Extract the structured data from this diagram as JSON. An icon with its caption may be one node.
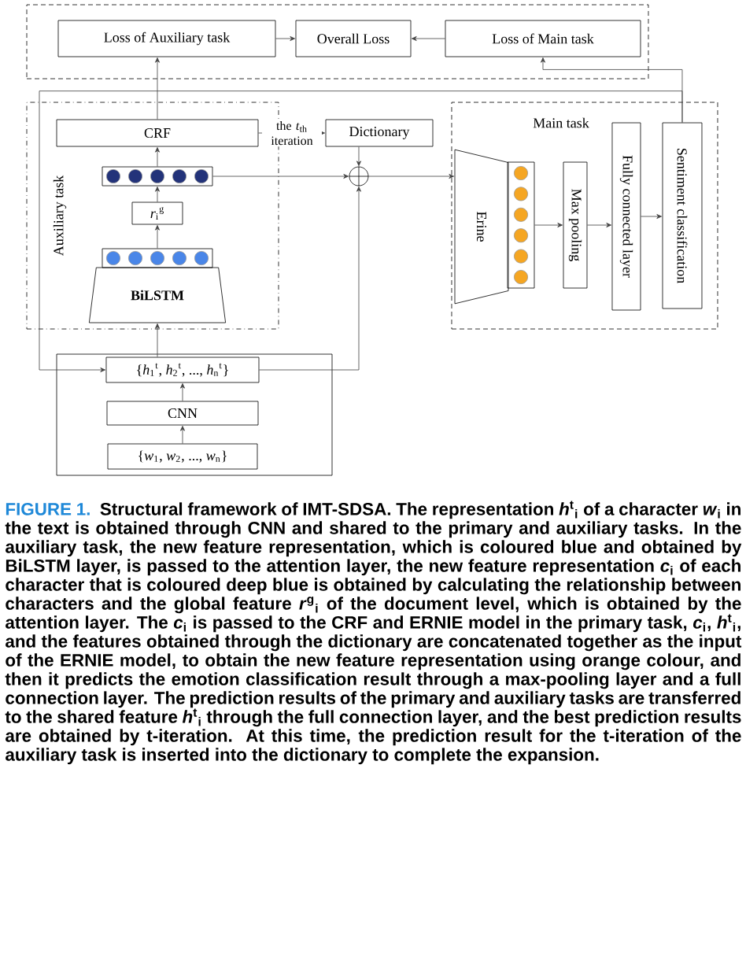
{
  "diagram": {
    "caption": "Structural framework of IMT-SDSA. The representation *h*$^{t}$$_{i}$ of a character *w*$_{i}$ in the text is obtained through CNN and shared to the primary and auxiliary tasks. In the auxiliary task, the new feature representation, which is coloured blue and obtained by BiLSTM layer, is passed to the attention layer, the new feature representation *c*$_{i}$ of each character that is coloured deep blue is obtained by calculating the relationship between characters and the global feature *r*$^{g}$$_{i}$ of the document level, which is obtained by the attention layer. The *c*$_{i}$ is passed to the CRF and ERNIE model in the primary task, *c*$_{i}$, *h*$^{t}$$_{i}$, and the features obtained through the dictionary are concatenated together as the input of the ERNIE model, to obtain the new feature representation using orange colour, and then it predicts the emotion classification result through a max-pooling layer and a full connection layer. The prediction results of the primary and auxiliary tasks are transferred to the shared feature *h*$^{t}$$_{i}$ through the full connection layer, and the best prediction results are obtained by t-iteration. At this time, the prediction result for the t-iteration of the auxiliary task is inserted into the dictionary to complete the expansion.",
    "nodes": [
      {
        "text": [],
        "shape": "box"
      },
      {
        "text": [
          "Loss of Auxiliary task"
        ],
        "in": 0
      },
      {
        "text": [
          "Overall Loss"
        ],
        "in": 0
      },
      {
        "text": [
          "Loss of Main task"
        ],
        "in": 0
      },
      {
        "text": [
          "Auxiliary task"
        ]
      },
      {
        "text": [
          "CRF"
        ],
        "in": 4
      },
      {
        "text": [],
        "shape": "bar",
        "in": 4
      },
      {
        "text": [
          "*r*$_{i}$$^{g}$"
        ],
        "in": 4
      },
      {
        "text": [],
        "shape": "bar",
        "in": 4
      },
      {
        "text": [
          "BiLSTM"
        ],
        "in": 4
      },
      {
        "text": [
          "Dictionary"
        ]
      },
      {
        "text": [],
        "shape": "circle"
      },
      {
        "text": [
          "Main task"
        ]
      },
      {
        "text": [
          "Erine"
        ],
        "in": 12
      },
      {
        "text": [],
        "shape": "bar",
        "in": 12
      },
      {
        "text": [
          "Max pooling"
        ],
        "in": 12
      },
      {
        "text": [
          "Fully connected layer"
        ],
        "in": 12
      },
      {
        "text": [
          "Sentiment classification"
        ],
        "in": 12
      },
      {
        "text": [],
        "shape": "box"
      },
      {
        "text": [
          "{*h*$_{1}$$^{t}$, *h*$_{2}$$^{t}$, ..., *h*$_{n}$$^{t}$}"
        ],
        "in": 18
      },
      {
        "text": [
          "CNN"
        ],
        "in": 18
      },
      {
        "text": [
          "{*w*$_{1}$, *w*$_{2}$, ..., *w*$_{n}$}"
        ],
        "in": 18
      }
    ],
    "edges": [
      {
        "from": 1,
        "to": 2,
        "arrow": "to"
      },
      {
        "from": 3,
        "to": 2,
        "arrow": "to"
      },
      {
        "from": 21,
        "to": 20,
        "arrow": "to"
      },
      {
        "from": 20,
        "to": 19,
        "arrow": "to"
      },
      {
        "from": 19,
        "to": 9,
        "arrow": "to"
      },
      {
        "from": 8,
        "to": 7,
        "arrow": "to"
      },
      {
        "from": 7,
        "to": 6,
        "arrow": "to"
      },
      {
        "from": 6,
        "to": 5,
        "arrow": "to"
      },
      {
        "from": 5,
        "to": 10,
        "arrow": "to",
        "label": "the *t*$_{th}$ iteration"
      },
      {
        "from": 10,
        "to": 11,
        "arrow": "to"
      },
      {
        "from": 6,
        "to": 11,
        "arrow": "to"
      },
      {
        "from": 19,
        "to": 11,
        "arrow": "to"
      },
      {
        "from": 11,
        "to": 13,
        "arrow": "to"
      },
      {
        "from": 14,
        "to": 15,
        "arrow": "to"
      },
      {
        "from": 15,
        "to": 16,
        "arrow": "to"
      },
      {
        "from": 16,
        "to": 17,
        "arrow": "to"
      },
      {
        "from": 5,
        "to": 1,
        "arrow": "to"
      },
      {
        "from": 17,
        "to": 3,
        "arrow": "to"
      },
      {
        "from": 17,
        "to": 19,
        "arrow": "to"
      }
    ],
    "labels": [
      "FIGURE 1."
    ]
  }
}
